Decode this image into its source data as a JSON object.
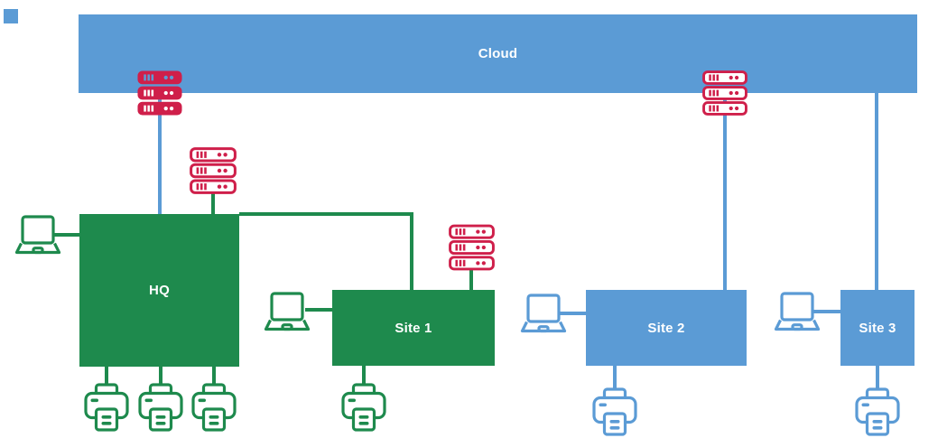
{
  "colors": {
    "blue": "#5b9bd5",
    "green": "#1e8a4d",
    "crimson": "#cf1f4a"
  },
  "cloud": {
    "label": "Cloud"
  },
  "sites": {
    "hq": {
      "label": "HQ"
    },
    "site1": {
      "label": "Site 1"
    },
    "site2": {
      "label": "Site 2"
    },
    "site3": {
      "label": "Site 3"
    }
  },
  "icons": {
    "server_rack": "server-rack-icon",
    "laptop": "laptop-icon",
    "printer": "printer-icon"
  },
  "topology": {
    "cloud": "Cloud",
    "sites": [
      "HQ",
      "Site 1",
      "Site 2",
      "Site 3"
    ],
    "server_racks": 4,
    "laptops": 4,
    "printers": 6
  }
}
